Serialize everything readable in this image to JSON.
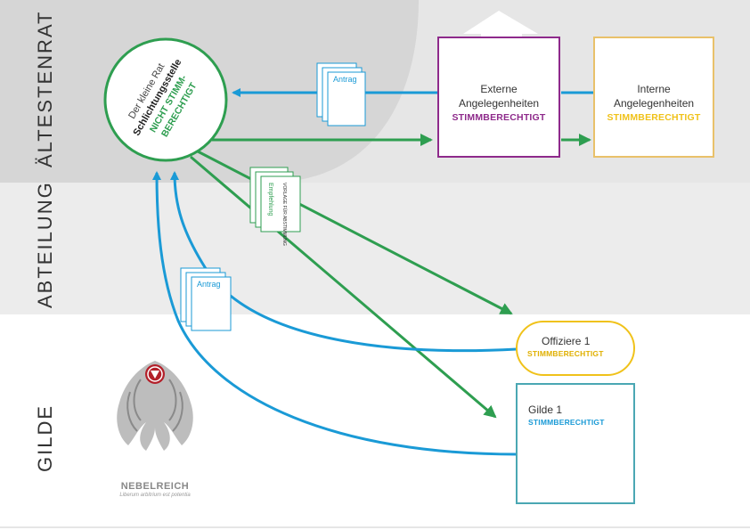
{
  "sections": {
    "top": "ÄLTESTENRAT",
    "middle": "ABTEILUNG",
    "bottom": "GILDE"
  },
  "council": {
    "line1": "Der kleine Rat",
    "line2": "Schlichtungsstelle",
    "line3": "NICHT STIMM-",
    "line4": "BERECHTIGT"
  },
  "external": {
    "line1": "Externe",
    "line2": "Angelegenheiten",
    "status": "STIMMBERECHTIGT",
    "color": "#8e2a8b"
  },
  "internal": {
    "line1": "Interne",
    "line2": "Angelegenheiten",
    "status": "STIMMBERECHTIGT",
    "color": "#f0c21a"
  },
  "officers": {
    "name": "Offiziere 1",
    "status": "STIMMBERECHTIGT",
    "color": "#f0c21a"
  },
  "guild": {
    "name": "Gilde 1",
    "status": "STIMMBERECHTIGT",
    "color": "#1a9ad6"
  },
  "documents": {
    "antrag_top": "Antrag",
    "antrag_left": "Antrag",
    "empfehlung": "Empfehlung",
    "empfehlung_sub": "VORLAGE FÜR ABSTIMMUNG"
  },
  "logo": {
    "name": "NEBELREICH",
    "motto": "Liberum arbitrium est potentia"
  },
  "colors": {
    "blue": "#1a9ad6",
    "green": "#2e9e50",
    "purple": "#8e2a8b",
    "yellow": "#f0c21a"
  }
}
